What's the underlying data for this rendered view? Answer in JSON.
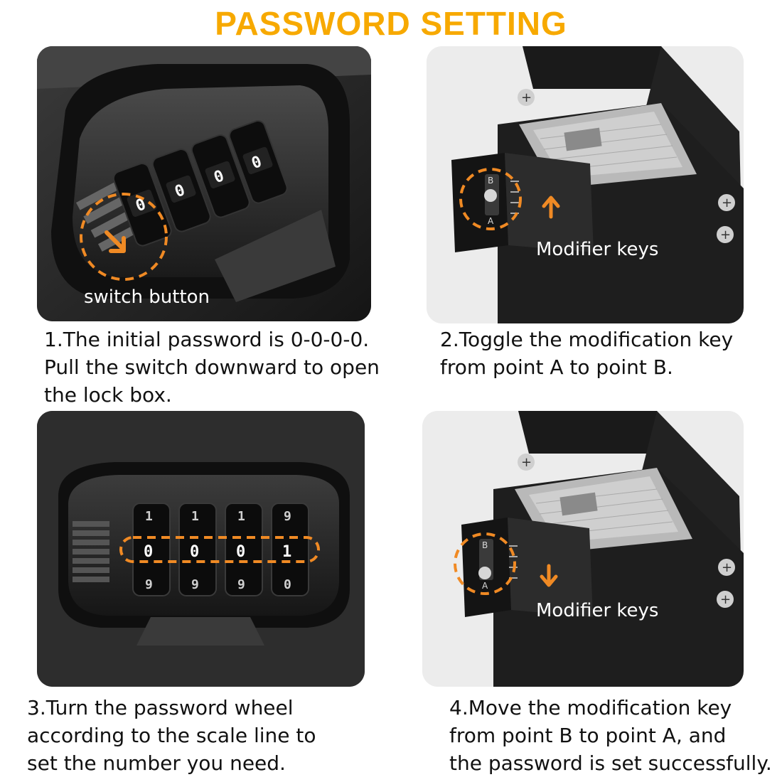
{
  "title": "PASSWORD SETTING",
  "steps": [
    {
      "caption": [
        "1.The initial password is 0-0-0-0.",
        "Pull the switch downward to open",
        "the lock box."
      ],
      "label": "switch button",
      "icon": "arrow-down-right-icon"
    },
    {
      "caption": [
        "2.Toggle the modification key",
        "from point A to point B."
      ],
      "label": "Modifier keys",
      "plate_letters": [
        "B",
        "A"
      ],
      "icon": "arrow-up-icon"
    },
    {
      "caption": [
        "3.Turn the password wheel",
        "according to the scale line to",
        "set the number you need."
      ],
      "dials_top": [
        "1",
        "1",
        "1",
        "9"
      ],
      "dials_mid": [
        "0",
        "0",
        "0",
        "1"
      ],
      "dials_bottom": [
        "9",
        "9",
        "9",
        "0"
      ]
    },
    {
      "caption": [
        "4.Move the modification key",
        "from point B to point A, and",
        "the password is set successfully."
      ],
      "label": "Modifier keys",
      "plate_letters": [
        "B",
        "A"
      ],
      "icon": "arrow-down-icon"
    }
  ],
  "colors": {
    "accent": "#f7a900",
    "highlight": "#f08a24",
    "text": "#111111"
  }
}
